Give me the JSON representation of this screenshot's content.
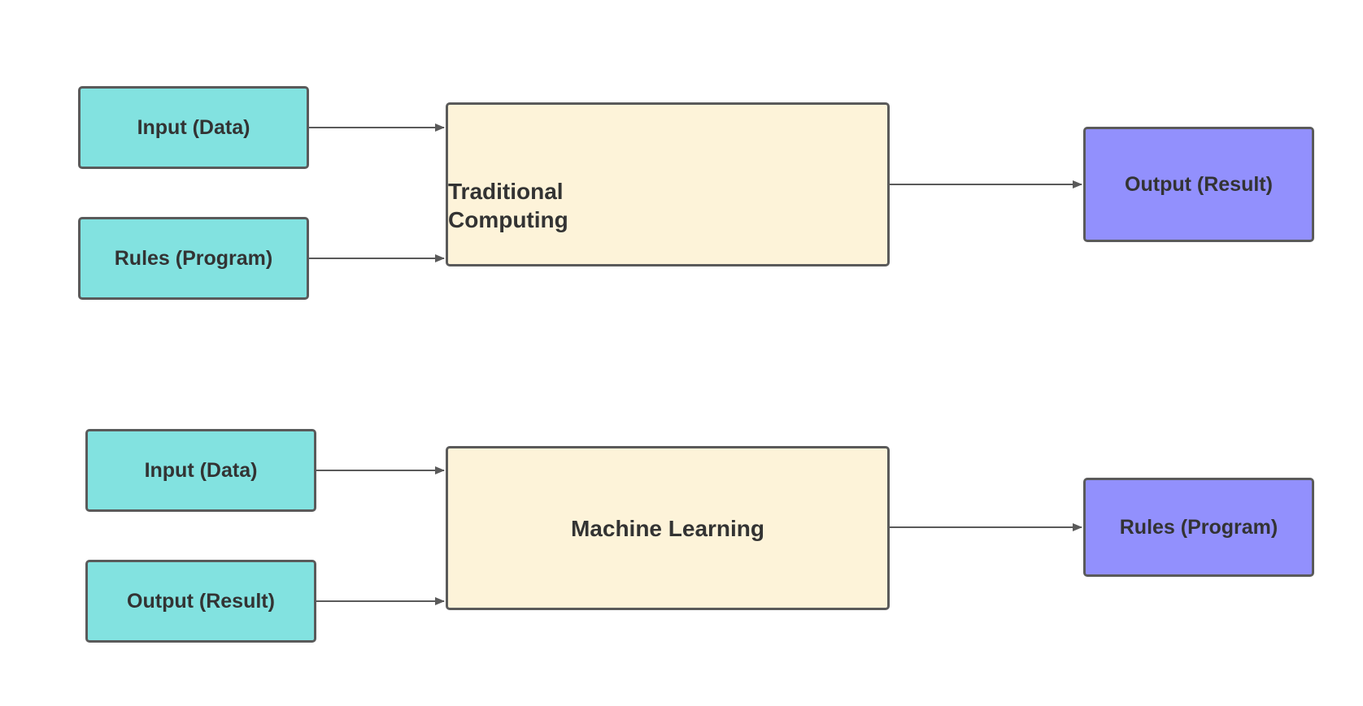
{
  "colors": {
    "input_fill": "#82e2e0",
    "process_fill": "#fdf3d9",
    "output_fill": "#9290fd",
    "border": "#5a5a5a",
    "arrow": "#5a5a5a",
    "text": "#333333"
  },
  "traditional": {
    "input_data": "Input (Data)",
    "rules_program": "Rules (Program)",
    "process_line1": "Traditional",
    "process_line2": "Computing",
    "output_result": "Output (Result)"
  },
  "machine_learning": {
    "input_data": "Input (Data)",
    "output_result": "Output (Result)",
    "process": "Machine Learning",
    "rules_program": "Rules (Program)"
  }
}
